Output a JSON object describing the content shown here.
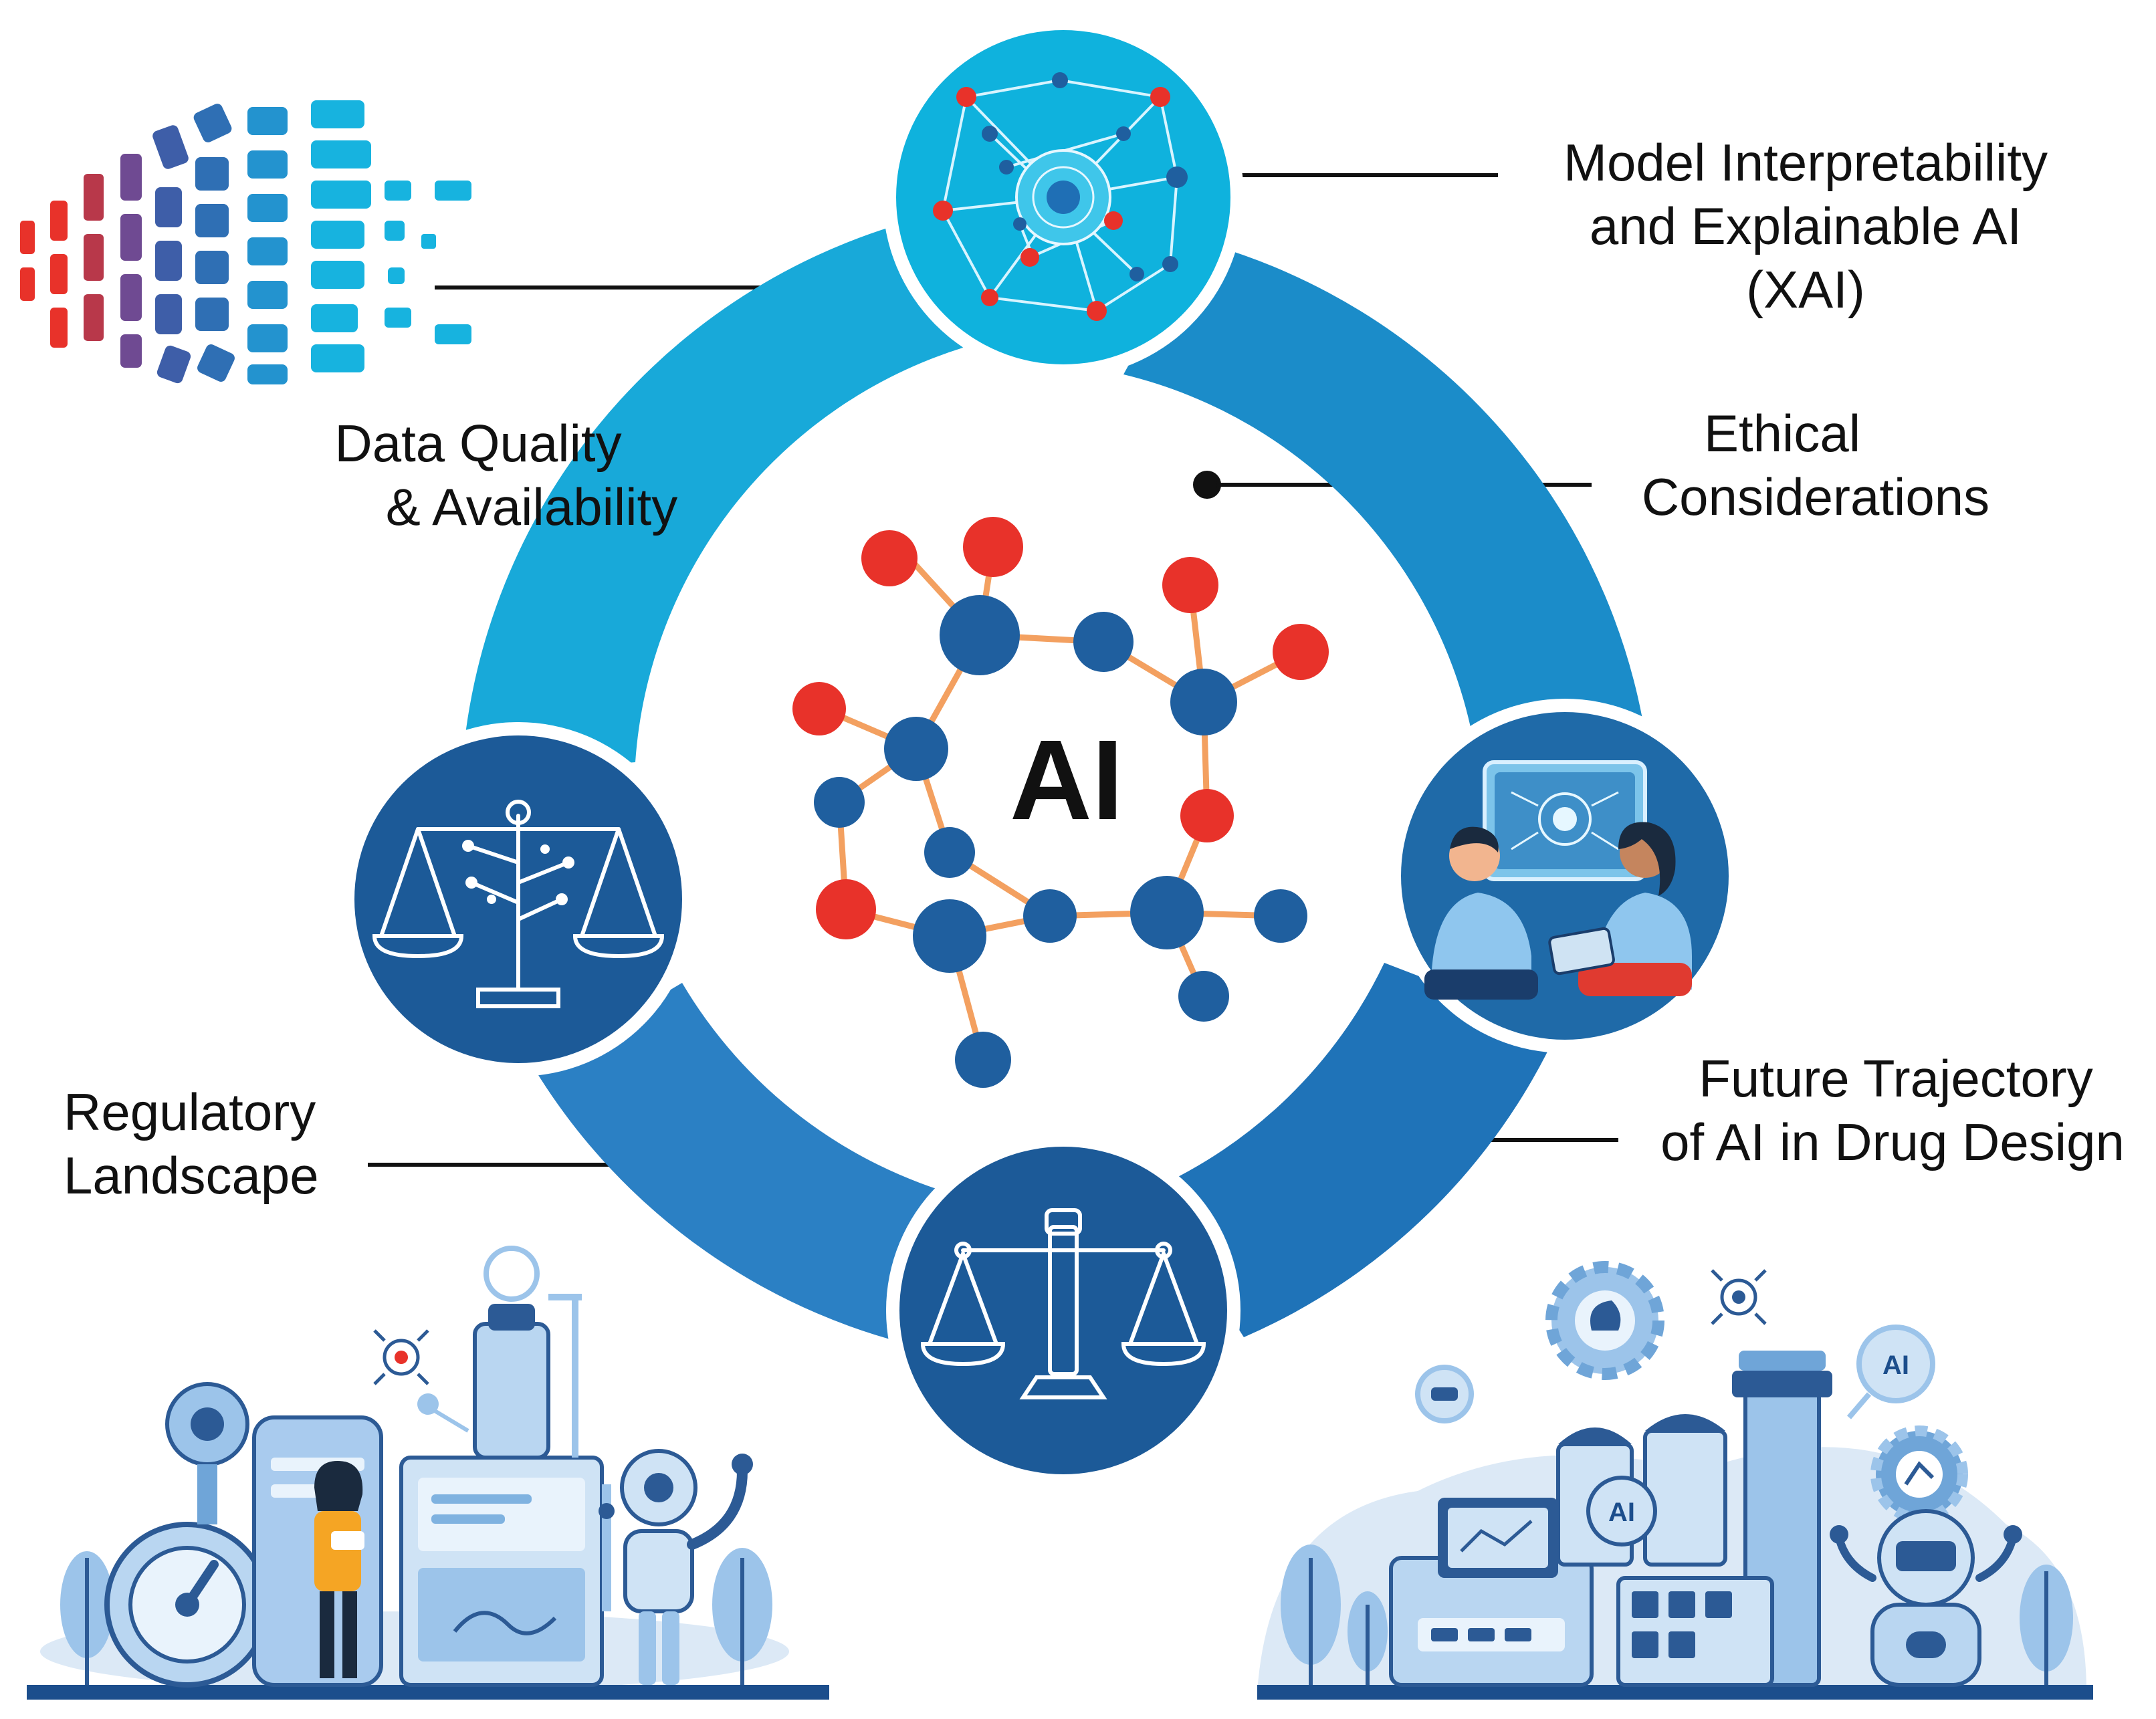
{
  "center": {
    "label": "AI"
  },
  "labels": {
    "model_interpretability": [
      "Model Interpretability",
      "and Explainable AI",
      "(XAI)"
    ],
    "ethical": [
      "Ethical",
      "Considerations"
    ],
    "data_quality": [
      "Data Quality",
      "& Availability"
    ],
    "regulatory": [
      "Regulatory",
      "Landscape"
    ],
    "future": [
      "Future Trajectory",
      "of AI in Drug Design"
    ]
  },
  "illustrations": {
    "factory_badge_1": "AI",
    "factory_badge_2": "AI"
  },
  "colors": {
    "ring_light": "#18a9d9",
    "ring_mid": "#1b8cc9",
    "ring_dark": "#1f6fb5",
    "node_dark": "#1c5a98",
    "node_light": "#0fb2dd",
    "atom_blue": "#1f5f9f",
    "atom_red": "#e8322a",
    "bond_orange": "#f3a060"
  },
  "icons": [
    "network-graph-icon",
    "balance-scale-icon",
    "people-screen-icon",
    "justice-scale-icon",
    "data-pixels-icon",
    "molecule-icon",
    "lab-factory-icon",
    "robot-icon",
    "gear-icon"
  ]
}
